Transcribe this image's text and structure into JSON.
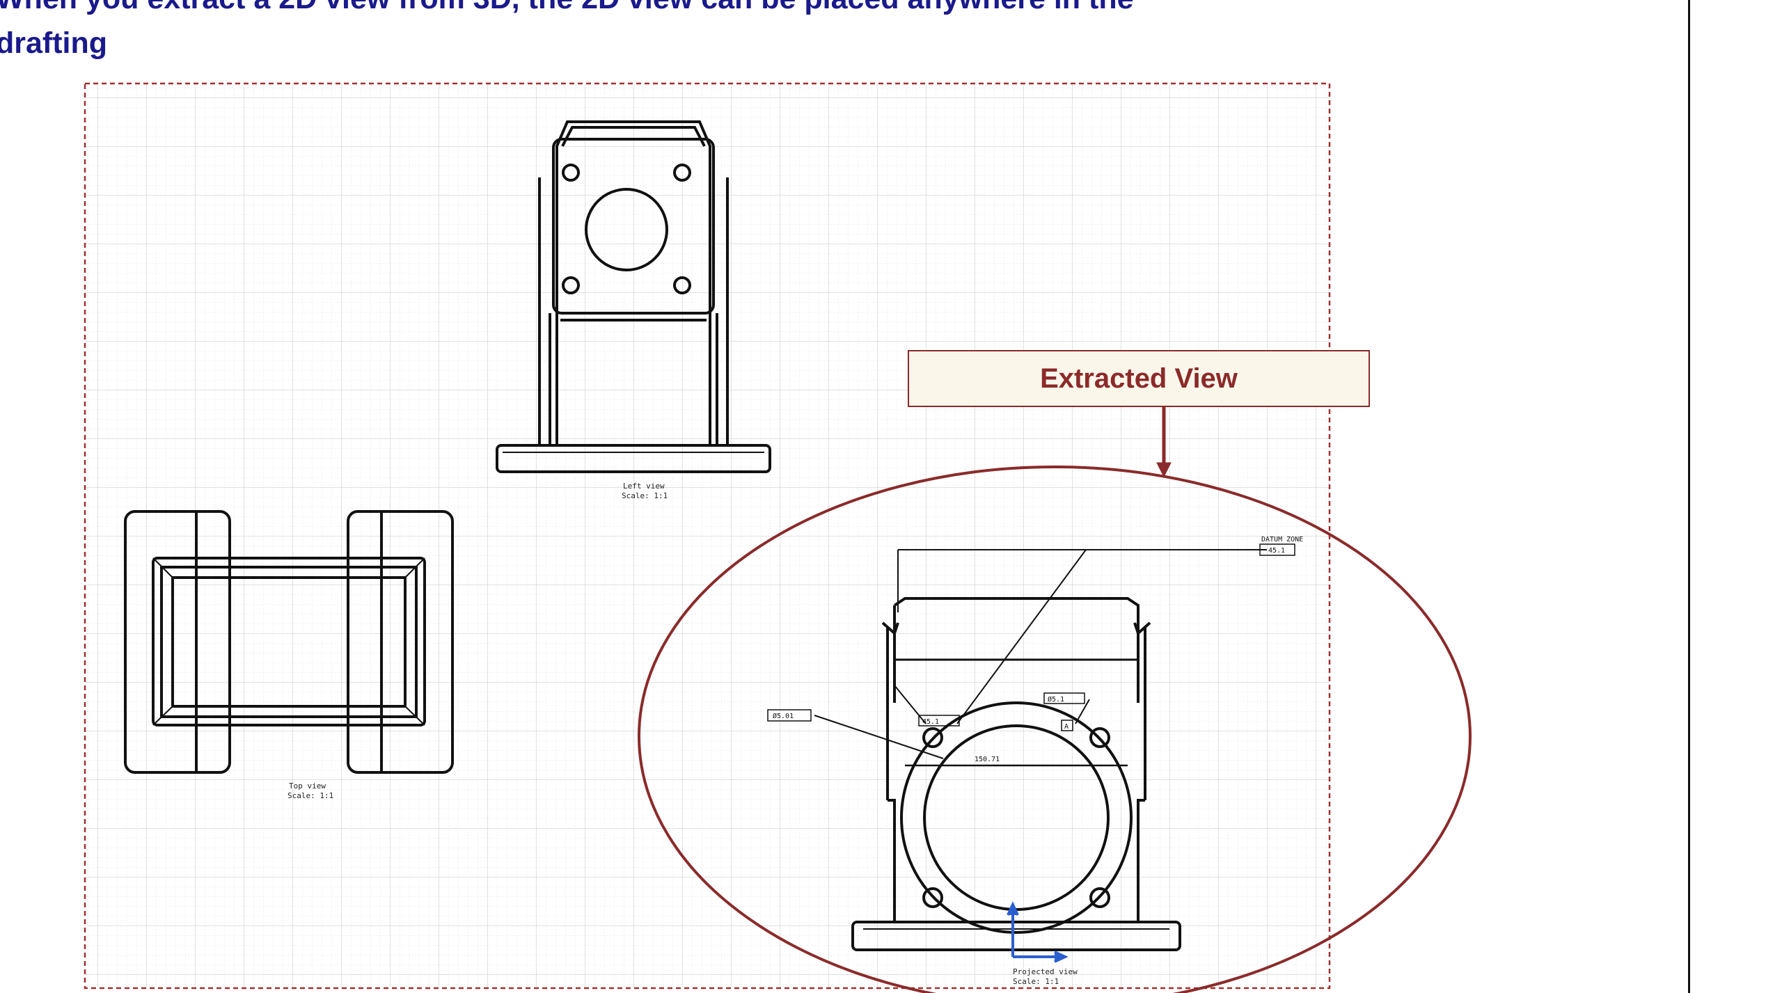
{
  "heading": {
    "line1": "When you extract a 2D view from 3D, the 2D view can be placed anywhere in the",
    "line2": "drafting"
  },
  "callout": {
    "label": "Extracted View"
  },
  "views": {
    "left_view": {
      "name": "Left view",
      "scale": "Scale: 1:1"
    },
    "top_view": {
      "name": "Top view",
      "scale": "Scale: 1:1"
    },
    "projected_view": {
      "name": "Projected view",
      "scale": "Scale: 1:1"
    }
  },
  "annotations": {
    "datum_zone": "DATUM ZONE",
    "tolerance_1": "45.1",
    "tolerance_2": "Ø5.01",
    "tolerance_3": "45.1",
    "tolerance_4": "Ø5.1",
    "tolerance_datum": "A",
    "dimension": "150.71"
  },
  "colors": {
    "heading": "#1a1a8c",
    "callout_border": "#8b2a2a",
    "callout_fill": "#fbf6ea",
    "sheet_border": "#a03030",
    "grid": "#d9d9d9",
    "outline": "#111111",
    "axis_blue": "#2a5fd0"
  }
}
